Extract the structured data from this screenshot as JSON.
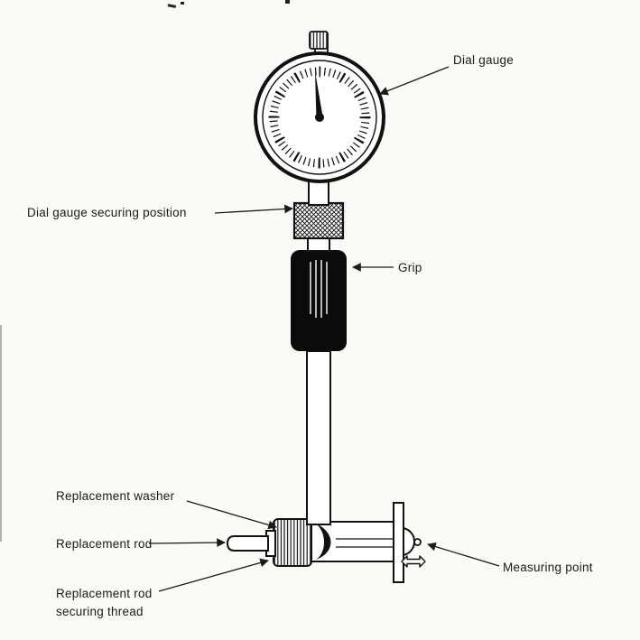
{
  "labels": {
    "dial_gauge": "Dial gauge",
    "securing_position": "Dial gauge securing position",
    "grip": "Grip",
    "replacement_washer": "Replacement washer",
    "replacement_rod": "Replacement rod",
    "securing_thread": "Replacement rod securing thread",
    "measuring_point": "Measuring point"
  },
  "colors": {
    "ink": "#1a1a1a",
    "paper": "#fafaf7"
  }
}
